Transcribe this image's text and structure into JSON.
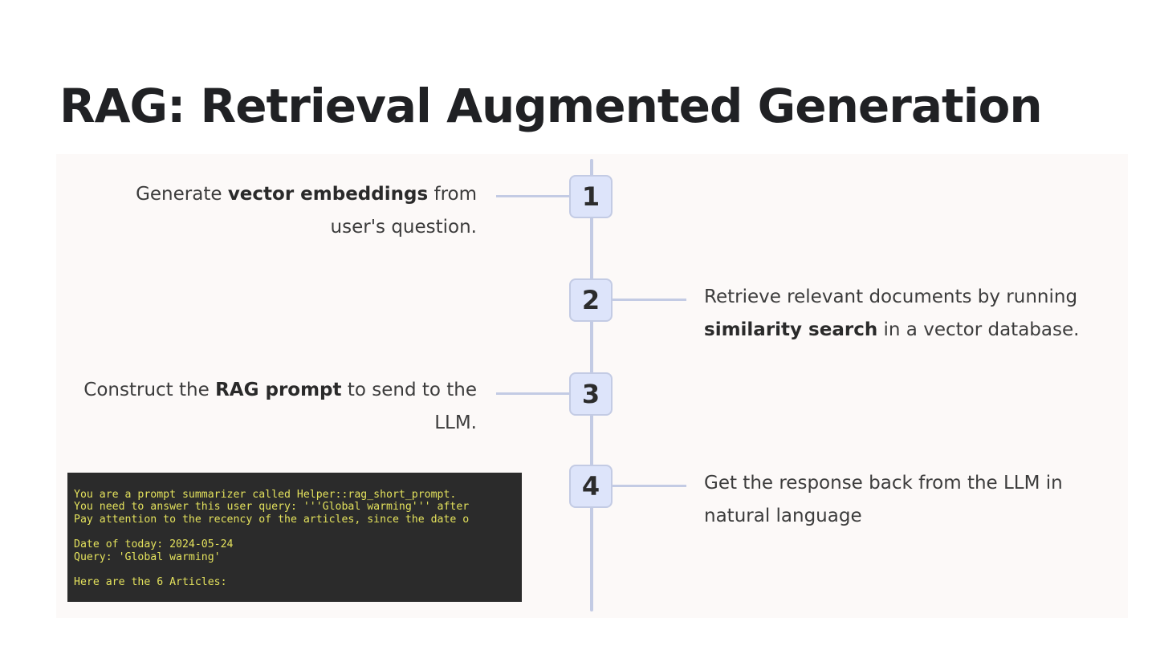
{
  "title": "RAG: Retrieval Augmented Generation",
  "steps": [
    {
      "number": "1",
      "pre": "Generate ",
      "bold": "vector embeddings",
      "post": " from user's question."
    },
    {
      "number": "2",
      "pre": "Retrieve relevant documents by running ",
      "bold": "similarity search",
      "post": " in a vector database."
    },
    {
      "number": "3",
      "pre": "Construct the ",
      "bold": "RAG prompt",
      "post": " to send to the LLM."
    },
    {
      "number": "4",
      "pre": "Get the response back from the LLM in natural language",
      "bold": "",
      "post": ""
    }
  ],
  "terminal": {
    "lines": [
      "You are a prompt summarizer called Helper::rag_short_prompt.",
      "You need to answer this user query: '''Global warming''' after",
      "Pay attention to the recency of the articles, since the date o",
      "",
      "Date of today: 2024-05-24",
      "Query: 'Global warming'",
      "",
      "Here are the 6 Articles:"
    ]
  },
  "colors": {
    "accent_line": "#c3cbe4",
    "step_box_fill": "#dde4fa",
    "panel_bg": "#fcf9f8",
    "terminal_bg": "#2b2b2b",
    "terminal_text": "#e3e15c"
  }
}
